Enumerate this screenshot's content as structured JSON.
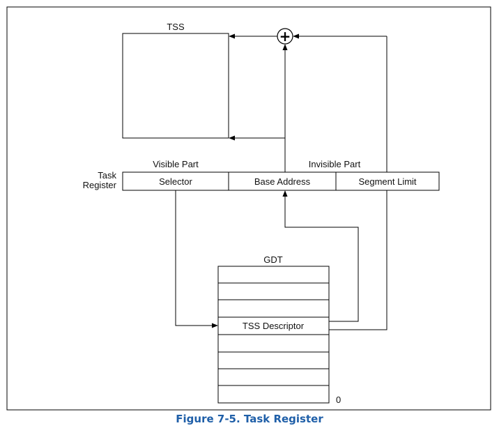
{
  "diagram": {
    "tss_label": "TSS",
    "adder_symbol": "+",
    "visible_part_label": "Visible Part",
    "invisible_part_label": "Invisible Part",
    "task_register_label_line1": "Task",
    "task_register_label_line2": "Register",
    "register_fields": [
      "Selector",
      "Base Address",
      "Segment Limit"
    ],
    "gdt_label": "GDT",
    "gdt_entry_label": "TSS Descriptor",
    "gdt_index_zero": "0"
  },
  "caption": "Figure 7-5.  Task Register",
  "colors": {
    "line": "#000000",
    "caption": "#1f5fa8",
    "background": "#ffffff"
  }
}
